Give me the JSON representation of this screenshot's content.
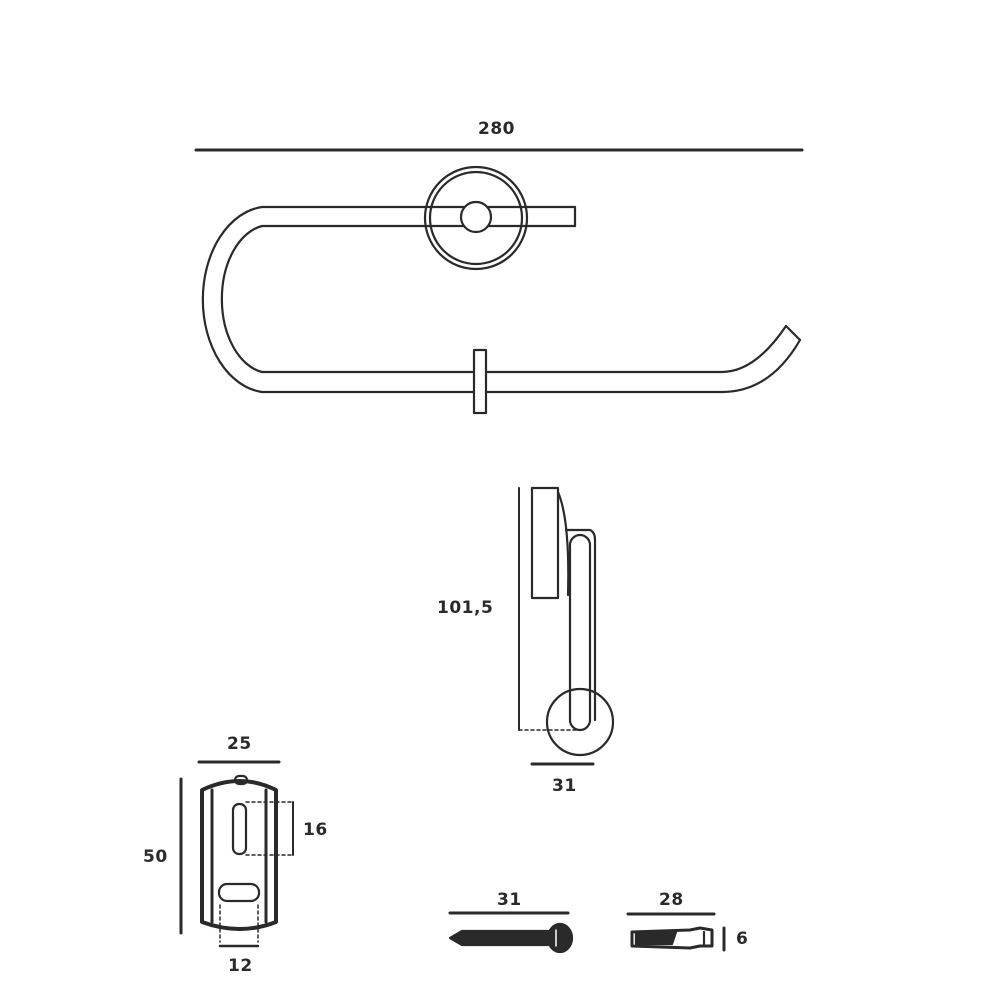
{
  "diagram": {
    "type": "technical-drawing",
    "subject": "towel ring / paper holder with mounting hardware",
    "colors": {
      "line": "#2a2a2a",
      "background": "#ffffff"
    },
    "dimensions": {
      "overall_width": "280",
      "side_height": "101,5",
      "side_depth": "31",
      "base_width": "25",
      "base_height": "50",
      "slot_height": "16",
      "bottom_width": "12",
      "screw_length": "31",
      "plug_length": "28",
      "plug_diameter": "6"
    }
  }
}
